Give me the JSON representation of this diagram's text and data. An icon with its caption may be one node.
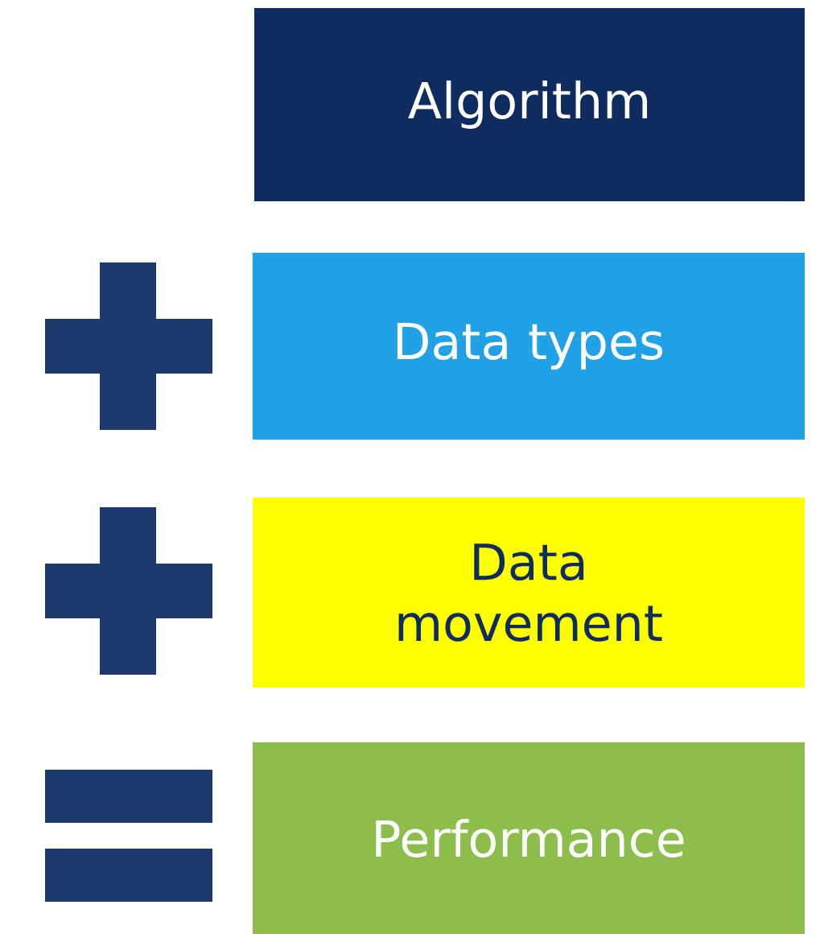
{
  "diagram": {
    "nodes": [
      {
        "text": [
          "Algorithm"
        ]
      },
      {
        "text": [],
        "shape": "plus"
      },
      {
        "text": [
          "Data types"
        ]
      },
      {
        "text": [],
        "shape": "plus"
      },
      {
        "text": [
          "Data movement"
        ]
      },
      {
        "text": [],
        "shape": "equals"
      },
      {
        "text": [
          "Performance"
        ]
      }
    ]
  }
}
